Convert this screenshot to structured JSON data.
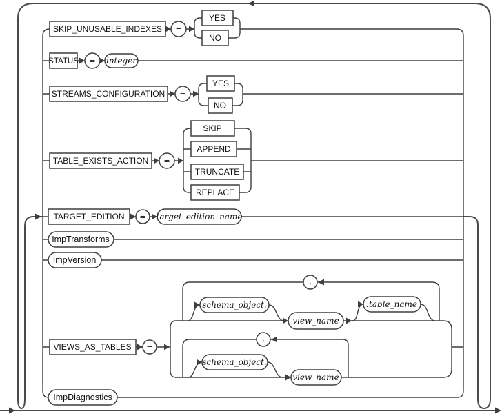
{
  "colors": {
    "line": "#3f3f3f",
    "outer_line": "#4a4a4a",
    "background": "#ffffff",
    "text": "#111111"
  },
  "labels": {
    "row1_keyword": "SKIP_UNUSABLE_INDEXES",
    "row1_eq": "=",
    "row1_yes": "YES",
    "row1_no": "NO",
    "row2_keyword": "STATUS",
    "row2_eq": "=",
    "row2_operand": "integer",
    "row3_keyword": "STREAMS_CONFIGURATION",
    "row3_eq": "=",
    "row3_yes": "YES",
    "row3_no": "NO",
    "row4_keyword": "TABLE_EXISTS_ACTION",
    "row4_eq": "=",
    "row4_opt1": "SKIP",
    "row4_opt2": "APPEND",
    "row4_opt3": "TRUNCATE",
    "row4_opt4": "REPLACE",
    "row5_keyword": "TARGET_EDITION",
    "row5_eq": "=",
    "row5_operand": "target_edition_name",
    "row6_link": "ImpTransforms",
    "row7_link": "ImpVersion",
    "row8_keyword": "VIEWS_AS_TABLES",
    "row8_eq": "=",
    "row8_comma_a": ",",
    "row8_schema_a": "schema_object.",
    "row8_view_a": "view_name",
    "row8_table_a": ":table_name",
    "row8_comma_b": ",",
    "row8_schema_b": "schema_object.",
    "row8_view_b": "view_name",
    "row9_link": "ImpDiagnostics"
  }
}
